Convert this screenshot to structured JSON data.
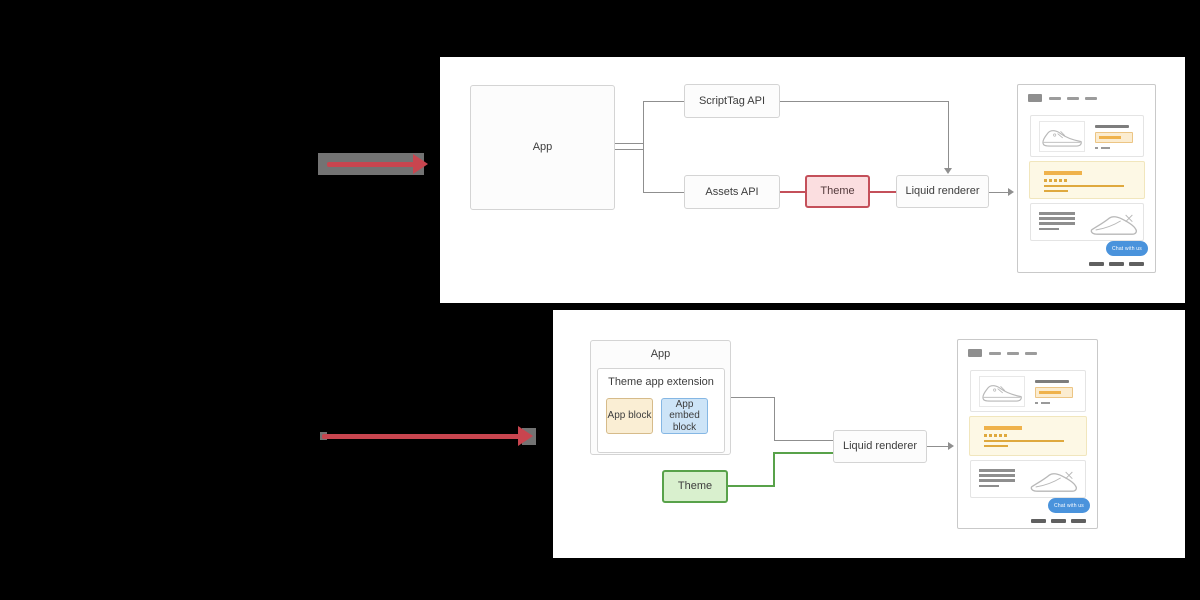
{
  "colors": {
    "background": "#000000",
    "panel": "#ffffff",
    "line_gray": "#8f8f8f",
    "box_border": "#d4d4d4",
    "box_fill": "#fcfcfc",
    "text": "#3d3d3d",
    "red_accent": "#c4505a",
    "red_fill": "#fbdee0",
    "red_text": "#53393b",
    "green_accent": "#58a24a",
    "green_fill": "#d9f0ce",
    "tan_border": "#d6bb8a",
    "tan_fill": "#faeed4",
    "blue_border": "#85b7e4",
    "blue_fill": "#cde4f7",
    "annotation_red": "#c8454f",
    "annotation_gray": "#7d7d7d",
    "chat_blue": "#4a93dc",
    "sf_orange": "#efb24b",
    "sf_orange_thin": "#dfa93e",
    "sf_yellow_fill": "#fdf8e5",
    "sf_yellow_border": "#f1e6bd",
    "sf_field_fill": "#fbecd0",
    "sf_field_border": "#ecc584",
    "sketch": "#b8b8b8"
  },
  "top_diagram": {
    "app": "App",
    "scripttag_api": "ScriptTag API",
    "assets_api": "Assets API",
    "theme": "Theme",
    "liquid_renderer": "Liquid renderer"
  },
  "bottom_diagram": {
    "app": "App",
    "theme_app_extension": "Theme app extension",
    "app_block": "App block",
    "app_embed_block": "App embed block",
    "theme": "Theme",
    "liquid_renderer": "Liquid renderer"
  },
  "storefront": {
    "chat_button_label": "Chat with us"
  }
}
